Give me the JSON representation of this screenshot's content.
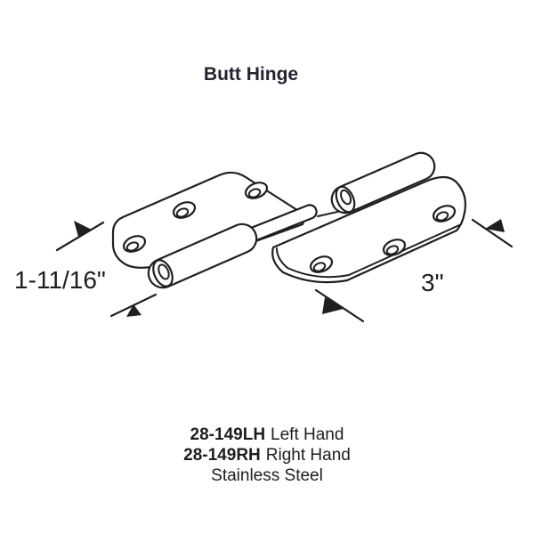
{
  "title": "Butt Hinge",
  "dimensions": {
    "left_hinge_width": "1-11/16\"",
    "right_hinge_length": "3\""
  },
  "parts": [
    {
      "sku": "28-149LH",
      "hand": "Left Hand"
    },
    {
      "sku": "28-149RH",
      "hand": "Right Hand"
    }
  ],
  "material": "Stainless Steel",
  "icons": {
    "left_hinge": "left-hand-butt-hinge-drawing",
    "right_hinge": "right-hand-butt-hinge-drawing",
    "dimension_marks": "slash-arrow-dimension-ticks"
  },
  "colors": {
    "background": "#ffffff",
    "line_art": "#1f1f1f",
    "text": "#1d1e22",
    "title_text": "#222430"
  }
}
